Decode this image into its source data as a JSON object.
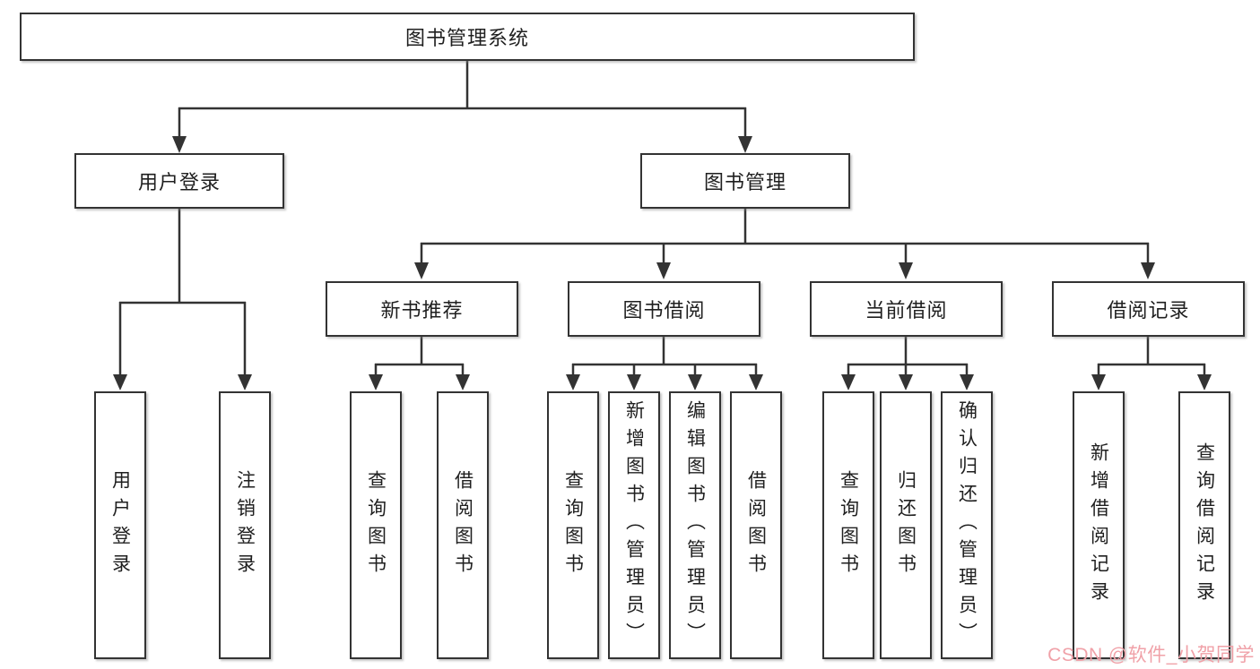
{
  "tree": {
    "label": "图书管理系统",
    "children": [
      {
        "label": "用户登录",
        "children": [
          {
            "label": "用户登录"
          },
          {
            "label": "注销登录"
          }
        ]
      },
      {
        "label": "图书管理",
        "children": [
          {
            "label": "新书推荐",
            "children": [
              {
                "label": "查询图书"
              },
              {
                "label": "借阅图书"
              }
            ]
          },
          {
            "label": "图书借阅",
            "children": [
              {
                "label": "查询图书"
              },
              {
                "label": "新增图书（管理员）"
              },
              {
                "label": "编辑图书（管理员）"
              },
              {
                "label": "借阅图书"
              }
            ]
          },
          {
            "label": "当前借阅",
            "children": [
              {
                "label": "查询图书"
              },
              {
                "label": "归还图书"
              },
              {
                "label": "确认归还（管理员）"
              }
            ]
          },
          {
            "label": "借阅记录",
            "children": [
              {
                "label": "新增借阅记录"
              },
              {
                "label": "查询借阅记录"
              }
            ]
          }
        ]
      }
    ]
  },
  "watermark": {
    "text": "CSDN @软件_小贺同学"
  },
  "colors": {
    "background": "#ffffff",
    "line": "#333333",
    "box_border": "#333333",
    "box_fill": "#ffffff",
    "text": "#1f1f1f",
    "watermark": "#f0a1a8"
  }
}
